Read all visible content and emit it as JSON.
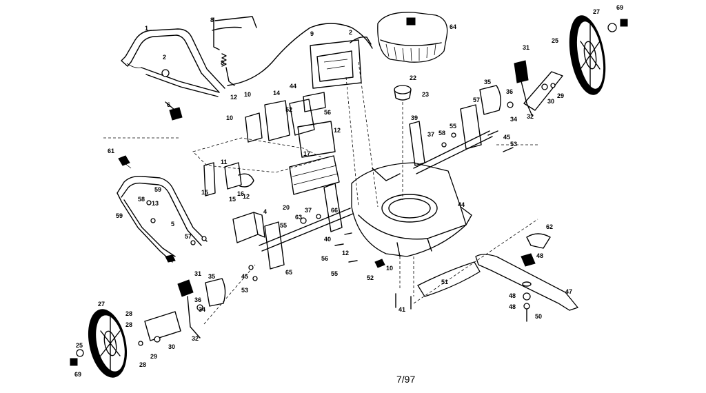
{
  "footer_date": "7/97",
  "callouts": [
    {
      "id": "c1",
      "text": "1"
    },
    {
      "id": "c2a",
      "text": "2"
    },
    {
      "id": "c2b",
      "text": "2"
    },
    {
      "id": "c5",
      "text": "5"
    },
    {
      "id": "c6",
      "text": "6"
    },
    {
      "id": "c8a",
      "text": "8"
    },
    {
      "id": "c8b",
      "text": "8"
    },
    {
      "id": "c9",
      "text": "9"
    },
    {
      "id": "c10a",
      "text": "10"
    },
    {
      "id": "c10b",
      "text": "10"
    },
    {
      "id": "c10c",
      "text": "10"
    },
    {
      "id": "c11",
      "text": "11"
    },
    {
      "id": "c12a",
      "text": "12"
    },
    {
      "id": "c12b",
      "text": "12"
    },
    {
      "id": "c12c",
      "text": "12"
    },
    {
      "id": "c12d",
      "text": "12"
    },
    {
      "id": "c13",
      "text": "13"
    },
    {
      "id": "c14",
      "text": "14"
    },
    {
      "id": "c15a",
      "text": "15"
    },
    {
      "id": "c15b",
      "text": "15"
    },
    {
      "id": "c16",
      "text": "16"
    },
    {
      "id": "c17",
      "text": "17"
    },
    {
      "id": "c20",
      "text": "20"
    },
    {
      "id": "c22",
      "text": "22"
    },
    {
      "id": "c23",
      "text": "23"
    },
    {
      "id": "c25a",
      "text": "25"
    },
    {
      "id": "c25b",
      "text": "25"
    },
    {
      "id": "c27a",
      "text": "27"
    },
    {
      "id": "c27b",
      "text": "27"
    },
    {
      "id": "c28a",
      "text": "28"
    },
    {
      "id": "c28b",
      "text": "28"
    },
    {
      "id": "c28c",
      "text": "28"
    },
    {
      "id": "c29a",
      "text": "29"
    },
    {
      "id": "c29b",
      "text": "29"
    },
    {
      "id": "c30a",
      "text": "30"
    },
    {
      "id": "c30b",
      "text": "30"
    },
    {
      "id": "c31a",
      "text": "31"
    },
    {
      "id": "c31b",
      "text": "31"
    },
    {
      "id": "c32a",
      "text": "32"
    },
    {
      "id": "c32b",
      "text": "32"
    },
    {
      "id": "c34a",
      "text": "34"
    },
    {
      "id": "c34b",
      "text": "34"
    },
    {
      "id": "c35a",
      "text": "35"
    },
    {
      "id": "c35b",
      "text": "35"
    },
    {
      "id": "c36a",
      "text": "36"
    },
    {
      "id": "c36b",
      "text": "36"
    },
    {
      "id": "c37a",
      "text": "37"
    },
    {
      "id": "c37b",
      "text": "37"
    },
    {
      "id": "c39",
      "text": "39"
    },
    {
      "id": "c40",
      "text": "40"
    },
    {
      "id": "c41",
      "text": "41"
    },
    {
      "id": "c44a",
      "text": "44"
    },
    {
      "id": "c44b",
      "text": "44"
    },
    {
      "id": "c45a",
      "text": "45"
    },
    {
      "id": "c45b",
      "text": "45"
    },
    {
      "id": "c47",
      "text": "47"
    },
    {
      "id": "c48a",
      "text": "48"
    },
    {
      "id": "c48b",
      "text": "48"
    },
    {
      "id": "c48c",
      "text": "48"
    },
    {
      "id": "c50",
      "text": "50"
    },
    {
      "id": "c51",
      "text": "51"
    },
    {
      "id": "c52a",
      "text": "52"
    },
    {
      "id": "c52b",
      "text": "52"
    },
    {
      "id": "c53a",
      "text": "53"
    },
    {
      "id": "c53b",
      "text": "53"
    },
    {
      "id": "c55a",
      "text": "55"
    },
    {
      "id": "c55b",
      "text": "55"
    },
    {
      "id": "c55c",
      "text": "55"
    },
    {
      "id": "c56a",
      "text": "56"
    },
    {
      "id": "c56b",
      "text": "56"
    },
    {
      "id": "c57a",
      "text": "57"
    },
    {
      "id": "c57b",
      "text": "57"
    },
    {
      "id": "c58a",
      "text": "58"
    },
    {
      "id": "c58b",
      "text": "58"
    },
    {
      "id": "c59a",
      "text": "59"
    },
    {
      "id": "c59b",
      "text": "59"
    },
    {
      "id": "c61",
      "text": "61"
    },
    {
      "id": "c62",
      "text": "62"
    },
    {
      "id": "c63",
      "text": "63"
    },
    {
      "id": "c64",
      "text": "64"
    },
    {
      "id": "c65",
      "text": "65"
    },
    {
      "id": "c66",
      "text": "66"
    },
    {
      "id": "c69a",
      "text": "69"
    },
    {
      "id": "c69b",
      "text": "69"
    },
    {
      "id": "c4",
      "text": "4"
    }
  ]
}
